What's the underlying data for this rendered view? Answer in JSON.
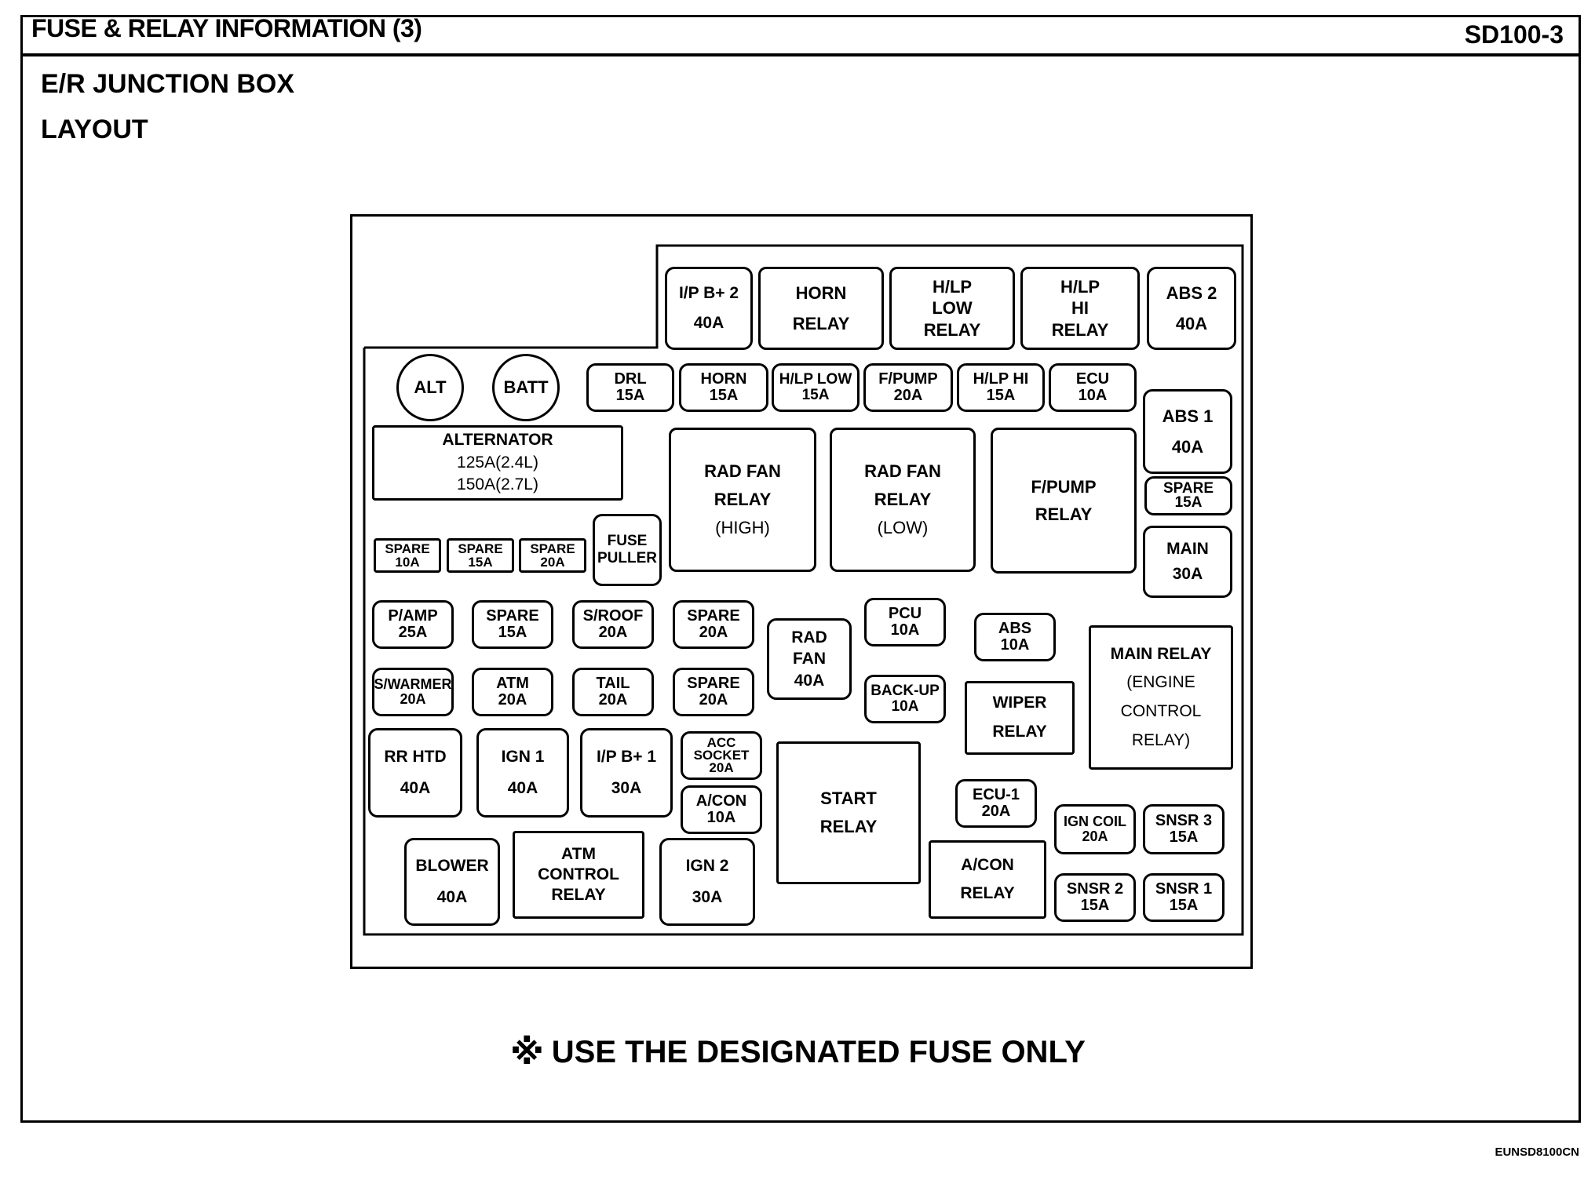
{
  "header": {
    "title": "FUSE & RELAY INFORMATION (3)",
    "code": "SD100-3"
  },
  "section": {
    "box": "E/R JUNCTION BOX",
    "layout": "LAYOUT"
  },
  "components": {
    "ip_b2": {
      "l1": "I/P B+ 2",
      "l2": "40A"
    },
    "horn_relay": {
      "l1": "HORN",
      "l2": "RELAY"
    },
    "hlp_low_relay": {
      "l1": "H/LP",
      "l2": "LOW",
      "l3": "RELAY"
    },
    "hlp_hi_relay": {
      "l1": "H/LP",
      "l2": "HI",
      "l3": "RELAY"
    },
    "abs2": {
      "l1": "ABS 2",
      "l2": "40A"
    },
    "alt": {
      "l1": "ALT"
    },
    "batt": {
      "l1": "BATT"
    },
    "drl": {
      "l1": "DRL",
      "l2": "15A"
    },
    "horn_fuse": {
      "l1": "HORN",
      "l2": "15A"
    },
    "hlp_low_fuse": {
      "l1": "H/LP LOW",
      "l2": "15A"
    },
    "fpump_fuse": {
      "l1": "F/PUMP",
      "l2": "20A"
    },
    "hlp_hi_fuse": {
      "l1": "H/LP HI",
      "l2": "15A"
    },
    "ecu": {
      "l1": "ECU",
      "l2": "10A"
    },
    "abs1": {
      "l1": "ABS 1",
      "l2": "40A"
    },
    "alternator": {
      "l1": "ALTERNATOR",
      "l2": "125A(2.4L)",
      "l3": "150A(2.7L)"
    },
    "rad_fan_relay_high": {
      "l1": "RAD FAN",
      "l2": "RELAY",
      "l3": "(HIGH)"
    },
    "rad_fan_relay_low": {
      "l1": "RAD FAN",
      "l2": "RELAY",
      "l3": "(LOW)"
    },
    "fpump_relay": {
      "l1": "F/PUMP",
      "l2": "RELAY"
    },
    "spare_15a_right": {
      "l1": "SPARE",
      "l2": "15A"
    },
    "main_30a": {
      "l1": "MAIN",
      "l2": "30A"
    },
    "spare_10a": {
      "l1": "SPARE",
      "l2": "10A"
    },
    "spare_15a": {
      "l1": "SPARE",
      "l2": "15A"
    },
    "spare_20a": {
      "l1": "SPARE",
      "l2": "20A"
    },
    "fuse_puller": {
      "l1": "FUSE",
      "l2": "PULLER"
    },
    "pamp": {
      "l1": "P/AMP",
      "l2": "25A"
    },
    "spare_15a_b": {
      "l1": "SPARE",
      "l2": "15A"
    },
    "sroof": {
      "l1": "S/ROOF",
      "l2": "20A"
    },
    "spare_20a_b": {
      "l1": "SPARE",
      "l2": "20A"
    },
    "rad_fan": {
      "l1": "RAD",
      "l2": "FAN",
      "l3": "40A"
    },
    "pcu": {
      "l1": "PCU",
      "l2": "10A"
    },
    "abs_10a": {
      "l1": "ABS",
      "l2": "10A"
    },
    "main_relay": {
      "l1": "MAIN RELAY",
      "l2": "(ENGINE",
      "l3": "CONTROL",
      "l4": "RELAY)"
    },
    "swarmer": {
      "l1": "S/WARMER",
      "l2": "20A"
    },
    "atm": {
      "l1": "ATM",
      "l2": "20A"
    },
    "tail": {
      "l1": "TAIL",
      "l2": "20A"
    },
    "spare_20a_c": {
      "l1": "SPARE",
      "l2": "20A"
    },
    "backup": {
      "l1": "BACK-UP",
      "l2": "10A"
    },
    "wiper_relay": {
      "l1": "WIPER",
      "l2": "RELAY"
    },
    "rr_htd": {
      "l1": "RR HTD",
      "l2": "40A"
    },
    "ign1": {
      "l1": "IGN 1",
      "l2": "40A"
    },
    "ip_b1": {
      "l1": "I/P B+ 1",
      "l2": "30A"
    },
    "acc_socket": {
      "l1": "ACC",
      "l2": "SOCKET",
      "l3": "20A"
    },
    "start_relay": {
      "l1": "START",
      "l2": "RELAY"
    },
    "ecu1": {
      "l1": "ECU-1",
      "l2": "20A"
    },
    "acon_fuse": {
      "l1": "A/CON",
      "l2": "10A"
    },
    "ign_coil": {
      "l1": "IGN COIL",
      "l2": "20A"
    },
    "snsr3": {
      "l1": "SNSR 3",
      "l2": "15A"
    },
    "blower": {
      "l1": "BLOWER",
      "l2": "40A"
    },
    "atm_relay": {
      "l1": "ATM",
      "l2": "CONTROL",
      "l3": "RELAY"
    },
    "ign2": {
      "l1": "IGN 2",
      "l2": "30A"
    },
    "acon_relay": {
      "l1": "A/CON",
      "l2": "RELAY"
    },
    "snsr2": {
      "l1": "SNSR 2",
      "l2": "15A"
    },
    "snsr1": {
      "l1": "SNSR 1",
      "l2": "15A"
    }
  },
  "notice": {
    "symbol": "※",
    "text": "USE THE DESIGNATED FUSE ONLY"
  },
  "footer": {
    "code": "EUNSD8100CN"
  }
}
